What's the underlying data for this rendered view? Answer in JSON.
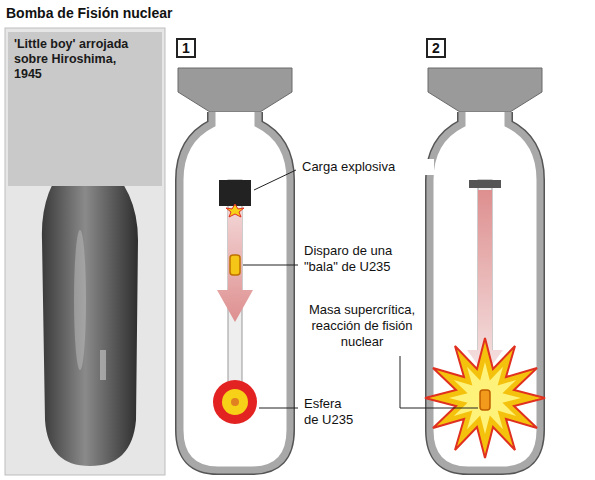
{
  "diagram": {
    "title": "Bomba de Fisión nuclear",
    "nodes": [
      {
        "text": [
          "'Little boy' arrojada sobre Hiroshima, 1945"
        ]
      },
      {
        "text": [
          "1"
        ]
      },
      {
        "text": [
          "2"
        ]
      }
    ],
    "labels": [
      "Carga explosiva",
      "Disparo de una \"bala\" de U235",
      "Masa supercrítica, reacción de fisión nuclear",
      "Esfera de U235"
    ]
  }
}
